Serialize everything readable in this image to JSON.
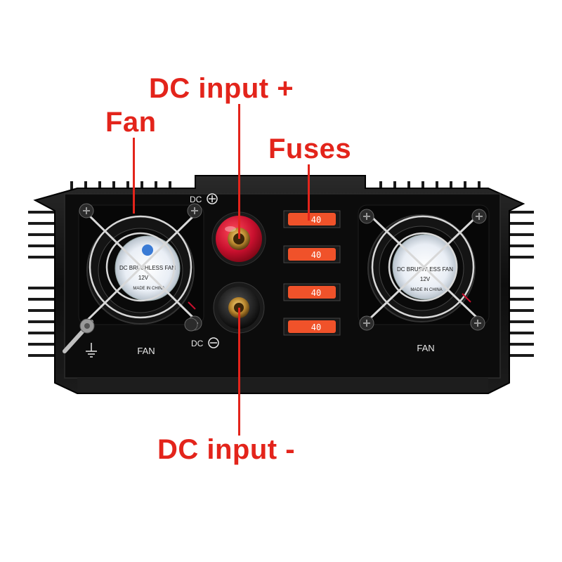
{
  "callouts": {
    "fan": "Fan",
    "dc_input_positive": "DC input +",
    "fuses": "Fuses",
    "dc_input_negative": "DC input -"
  },
  "panel": {
    "dc_plus_label": "DC",
    "dc_minus_label": "DC",
    "left_fan_label": "FAN",
    "right_fan_label": "FAN",
    "fan_sticker_text": "DC BRUSHLESS FAN",
    "fan_sticker_voltage": "12V",
    "fan_sticker_origin": "MADE IN CHINA"
  },
  "fuses": [
    {
      "rating": "40"
    },
    {
      "rating": "40"
    },
    {
      "rating": "40"
    },
    {
      "rating": "40"
    }
  ],
  "colors": {
    "callout_red": "#e3241b",
    "housing_black": "#111111",
    "terminal_red": "#c8102e",
    "fuse_orange": "#f0522a"
  },
  "icons": [
    "ground-icon",
    "plus-circle-icon",
    "minus-circle-icon",
    "fan-guard-icon"
  ]
}
